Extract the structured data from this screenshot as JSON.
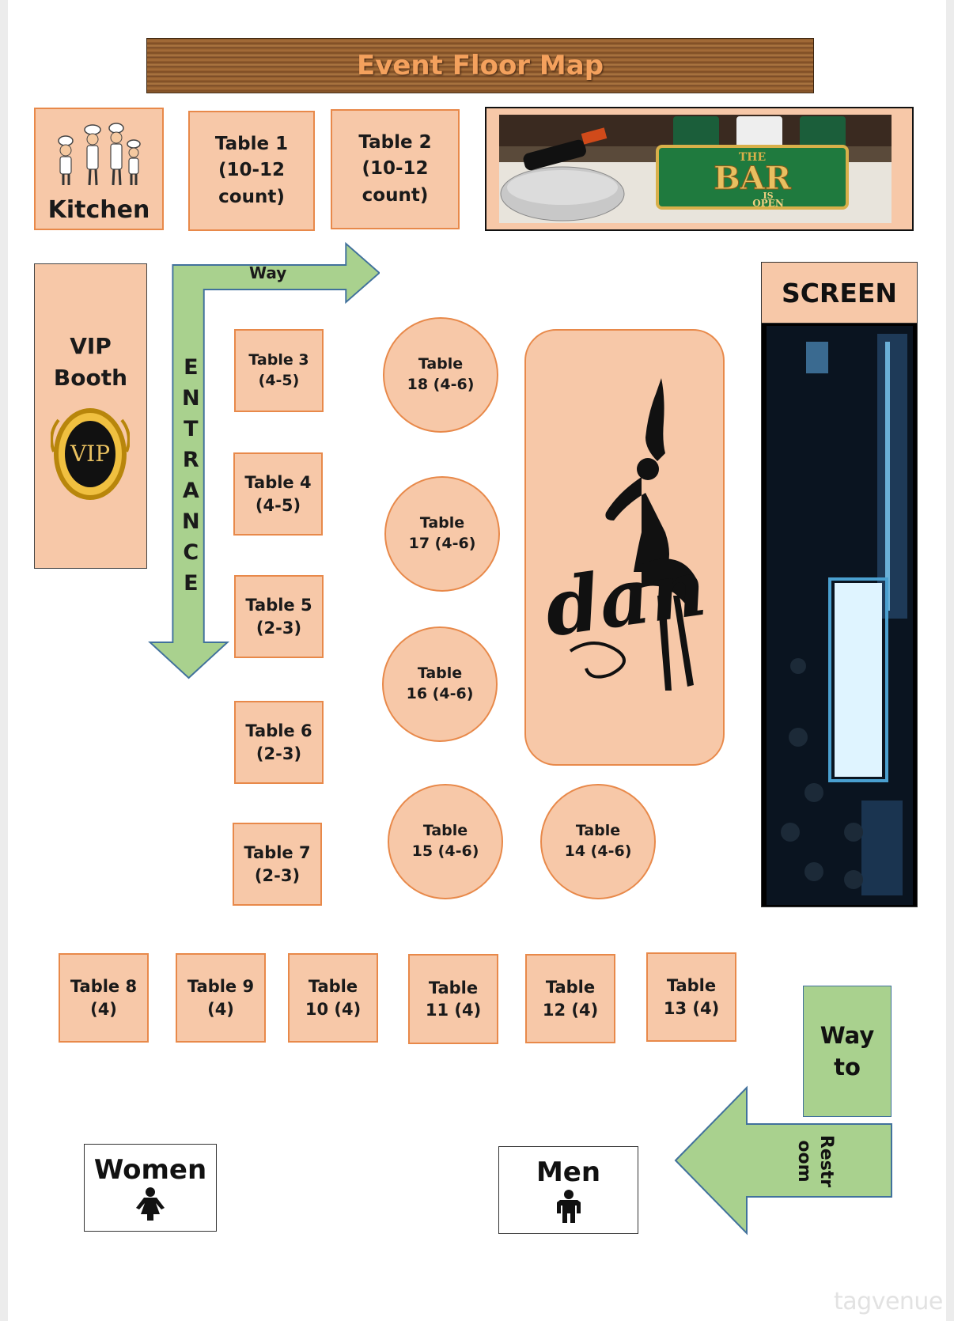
{
  "header": {
    "title": "Event Floor Map"
  },
  "areas": {
    "kitchen": "Kitchen",
    "vip_line1": "VIP",
    "vip_line2": "Booth",
    "vip_badge": "VIP",
    "screen": "SCREEN",
    "bar_line1": "THE",
    "bar_line2": "BAR",
    "bar_line3": "IS",
    "bar_line4": "OPEN",
    "dance": "dance"
  },
  "ways": {
    "top_arrow": "Way",
    "entrance": [
      "E",
      "N",
      "T",
      "R",
      "A",
      "N",
      "C",
      "E"
    ],
    "restroom_box_line1": "Way",
    "restroom_box_line2": "to",
    "restroom_arrow_line1": "Restr",
    "restroom_arrow_line2": "oom"
  },
  "restrooms": {
    "women": "Women",
    "men": "Men"
  },
  "tables": {
    "t1": [
      "Table 1",
      "(10-12",
      "count)"
    ],
    "t2": [
      "Table 2",
      "(10-12",
      "count)"
    ],
    "t3": [
      "Table 3",
      "(4-5)"
    ],
    "t4": [
      "Table 4",
      "(4-5)"
    ],
    "t5": [
      "Table 5",
      "(2-3)"
    ],
    "t6": [
      "Table 6",
      "(2-3)"
    ],
    "t7": [
      "Table 7",
      "(2-3)"
    ],
    "t8": [
      "Table 8",
      "(4)"
    ],
    "t9": [
      "Table 9",
      "(4)"
    ],
    "t10": [
      "Table",
      "10 (4)"
    ],
    "t11": [
      "Table",
      "11 (4)"
    ],
    "t12": [
      "Table",
      "12 (4)"
    ],
    "t13": [
      "Table",
      "13 (4)"
    ],
    "t14": [
      "Table",
      "14 (4-6)"
    ],
    "t15": [
      "Table",
      "15 (4-6)"
    ],
    "t16": [
      "Table",
      "16 (4-6)"
    ],
    "t17": [
      "Table",
      "17 (4-6)"
    ],
    "t18": [
      "Table",
      "18 (4-6)"
    ]
  },
  "watermark": "tagvenue",
  "colors": {
    "peach": "#f7c8a8",
    "orange_border": "#e8894a",
    "arrow_green": "#a9d18e",
    "arrow_border": "#41719c",
    "title_text": "#f4a15d"
  }
}
